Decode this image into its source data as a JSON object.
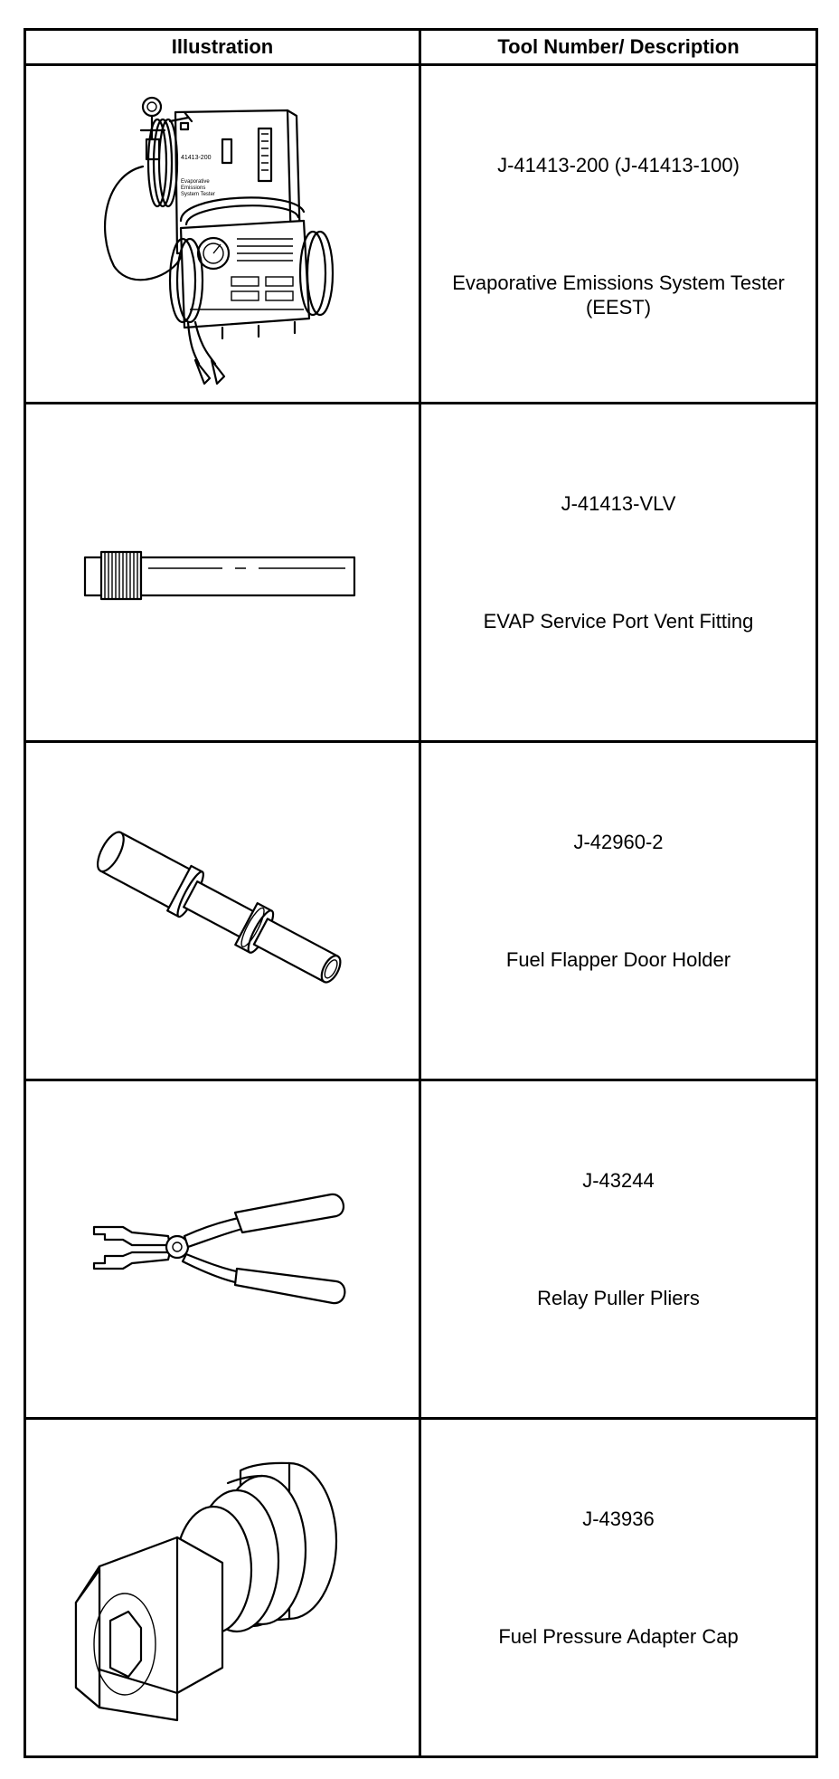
{
  "table": {
    "headers": {
      "illustration": "Illustration",
      "tool": "Tool Number/ Description"
    },
    "rows": [
      {
        "number": "J-41413-200 (J-41413-100)",
        "description": "Evaporative Emissions System Tester (EEST)",
        "icon": "evap-tester-icon",
        "panel_text": [
          "41413-200",
          "Evaporative",
          "Emissions",
          "System Tester"
        ]
      },
      {
        "number": "J-41413-VLV",
        "description": "EVAP Service Port Vent Fitting",
        "icon": "vent-fitting-icon"
      },
      {
        "number": "J-42960-2",
        "description": "Fuel Flapper Door Holder",
        "icon": "flapper-door-holder-icon"
      },
      {
        "number": "J-43244",
        "description": "Relay Puller Pliers",
        "icon": "relay-pliers-icon"
      },
      {
        "number": "J-43936",
        "description": "Fuel Pressure Adapter Cap",
        "icon": "adapter-cap-icon"
      }
    ]
  }
}
